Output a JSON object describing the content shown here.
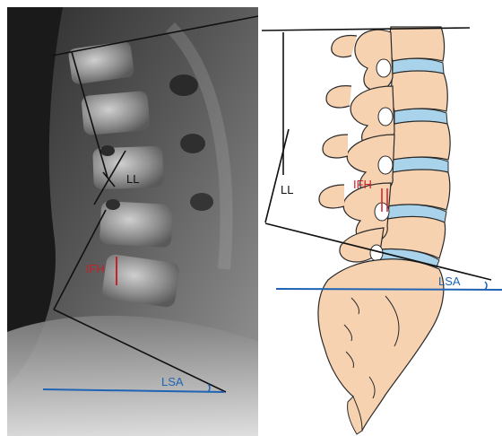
{
  "left_panel": {
    "labels": {
      "ll": "LL",
      "ifh": "IFH",
      "lsa": "LSA"
    }
  },
  "right_panel": {
    "labels": {
      "ll": "LL",
      "ifh": "IFH",
      "lsa": "LSA"
    }
  },
  "colors": {
    "ll_lines": "#111111",
    "ifh_mark": "#c8202a",
    "lsa_line": "#1f64b4",
    "bone_fill": "#f6d2b0",
    "bone_outline": "#2a2a2a",
    "disc_fill": "#a9d3ea"
  }
}
